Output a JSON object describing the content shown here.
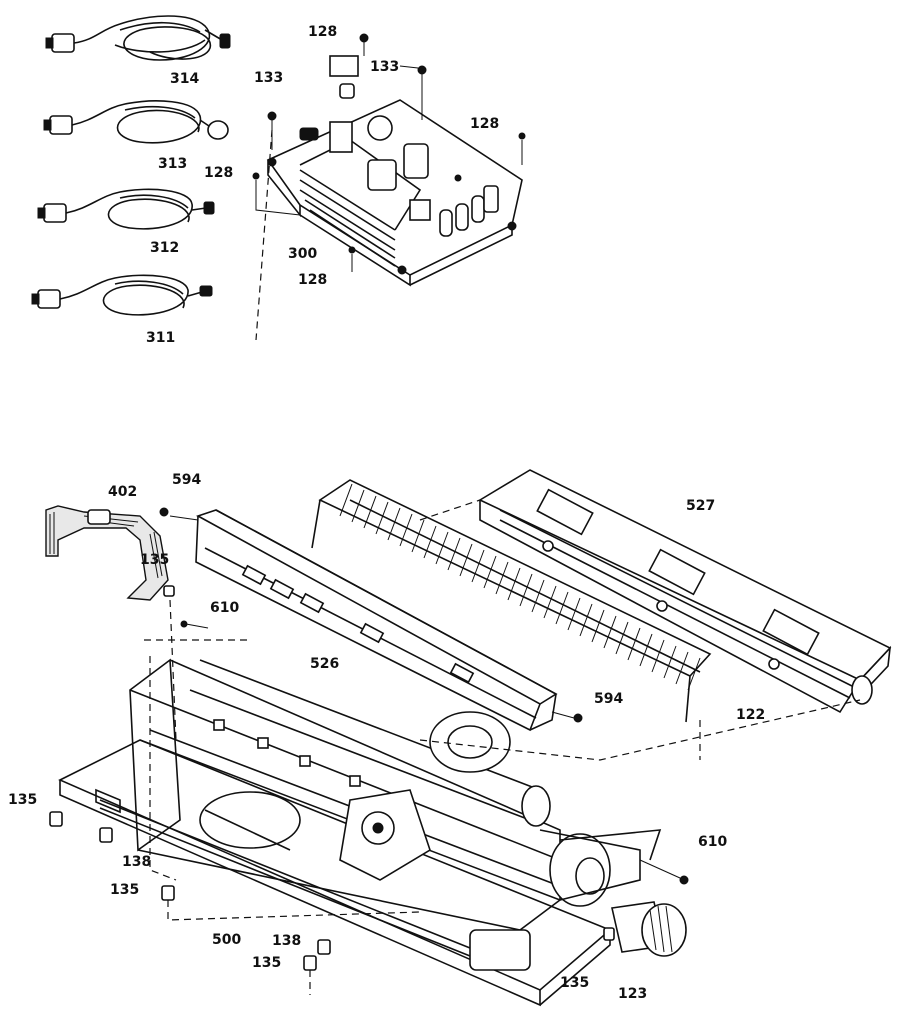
{
  "labels": {
    "p314": "314",
    "p313": "313",
    "p312": "312",
    "p311": "311",
    "p128a": "128",
    "p133a": "133",
    "p133b": "133",
    "p128b": "128",
    "p128c": "128",
    "p300": "300",
    "p128d": "128",
    "p402": "402",
    "p594a": "594",
    "p527": "527",
    "p135a": "135",
    "p610a": "610",
    "p526": "526",
    "p594b": "594",
    "p122": "122",
    "p135b": "135",
    "p138a": "138",
    "p135c": "135",
    "p610b": "610",
    "p500": "500",
    "p138b": "138",
    "p135d": "135",
    "p135e": "135",
    "p123": "123"
  }
}
